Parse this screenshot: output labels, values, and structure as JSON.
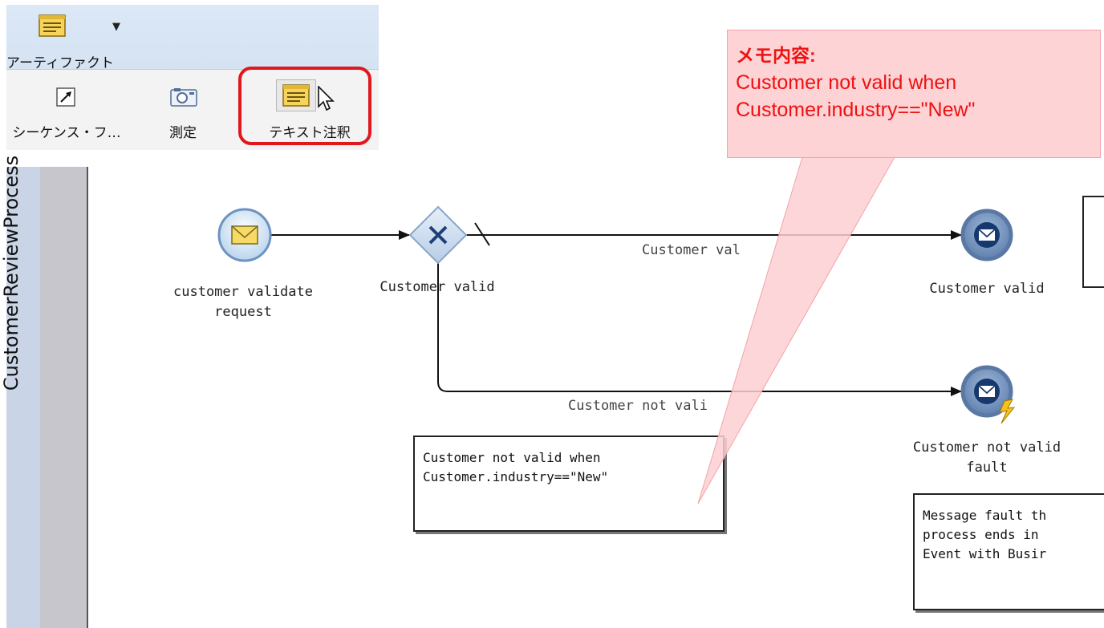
{
  "toolbar": {
    "dropdown_icon": "text-annotation-icon",
    "artifact_label": "アーティファクト",
    "tools": [
      {
        "label": "シーケンス・フ…",
        "icon": "sequence-flow-icon"
      },
      {
        "label": "測定",
        "icon": "measure-camera-icon"
      },
      {
        "label": "テキスト注釈",
        "icon": "text-annotation-icon"
      }
    ],
    "highlight_color": "#e0181e"
  },
  "pool": {
    "label": "CustomerReviewProcess"
  },
  "diagram": {
    "start_event": {
      "label": "customer validate\nrequest"
    },
    "gateway": {
      "label": "Customer valid"
    },
    "end_valid": {
      "label": "Customer valid"
    },
    "end_fault": {
      "label": "Customer not valid\nfault"
    },
    "flows": {
      "valid_label": "Customer val",
      "not_valid_label": "Customer not vali"
    },
    "annotation_not_valid": "Customer not valid when\nCustomer.industry==\"New\"",
    "annotation_fault": "Message fault th\nprocess ends in\nEvent with Busir"
  },
  "callout": {
    "title": "メモ内容:",
    "body": "Customer not valid when\nCustomer.industry==\"New\"",
    "text_color": "#ee1111",
    "fill_color": "#fdcfd2"
  }
}
